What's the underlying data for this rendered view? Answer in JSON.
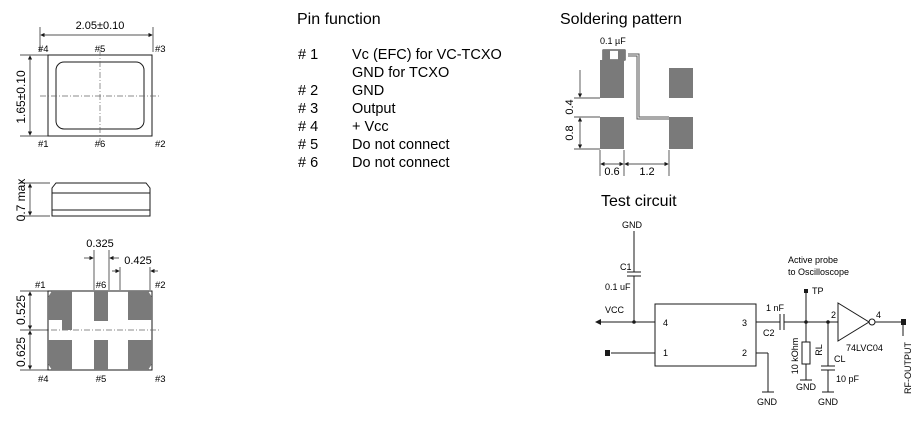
{
  "mechanical": {
    "top_view": {
      "width_dim": "2.05±0.10",
      "height_dim": "1.65±0.10",
      "labels": [
        "#4",
        "#5",
        "#3",
        "#1",
        "#6",
        "#2"
      ]
    },
    "side_view": {
      "height_dim": "0.7 max"
    },
    "bottom_view": {
      "dim_a": "0.325",
      "dim_b": "0.425",
      "dim_c": "0.525",
      "dim_d": "0.625",
      "labels": [
        "#1",
        "#6",
        "#2",
        "#4",
        "#5",
        "#3"
      ]
    }
  },
  "pin_function": {
    "title": "Pin function",
    "rows": [
      {
        "pin": "# 1",
        "lines": [
          "Vc (EFC) for VC-TCXO",
          "GND for TCXO"
        ]
      },
      {
        "pin": "# 2",
        "lines": [
          "GND"
        ]
      },
      {
        "pin": "# 3",
        "lines": [
          "Output"
        ]
      },
      {
        "pin": "# 4",
        "lines": [
          "+ Vcc"
        ]
      },
      {
        "pin": "# 5",
        "lines": [
          "Do not connect"
        ]
      },
      {
        "pin": "# 6",
        "lines": [
          "Do not connect"
        ]
      }
    ]
  },
  "soldering": {
    "title": "Soldering pattern",
    "cap_label": "0.1 µF",
    "dim_v1": "0.4",
    "dim_v2": "0.8",
    "dim_h1": "0.6",
    "dim_h2": "1.2"
  },
  "test_circuit": {
    "title": "Test circuit",
    "gnd_top": "GND",
    "c1_name": "C1",
    "c1_value": "0.1 uF",
    "vcc": "VCC",
    "pin4": "4",
    "pin3": "3",
    "pin1": "1",
    "pin2": "2",
    "cap_value": "1 nF",
    "c2_name": "C2",
    "tp": "TP",
    "probe_line1": "Active probe",
    "probe_line2": "to Oscilloscope",
    "node2": "2",
    "node4": "4",
    "gate_name": "74LVC04",
    "rl_value": "10 kOhm",
    "rl_name": "RL",
    "cl_name": "CL",
    "cl_value": "10 pF",
    "gnd1": "GND",
    "gnd2": "GND",
    "gnd3": "GND",
    "rf_output": "RF-OUTPUT"
  }
}
